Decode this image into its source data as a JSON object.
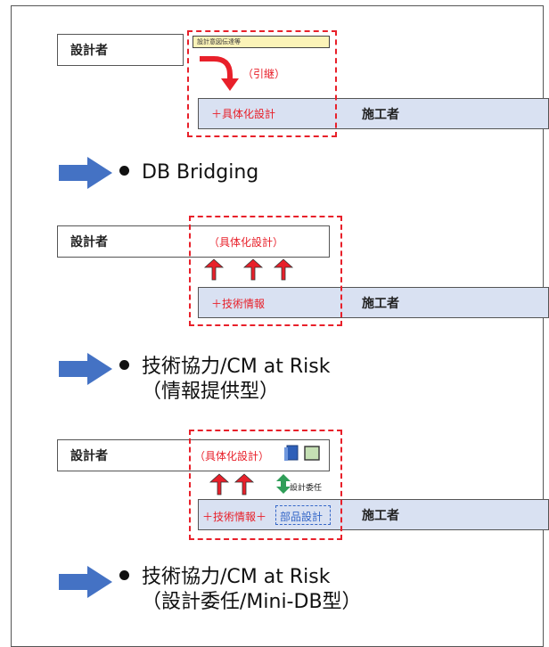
{
  "section1": {
    "designer": "設計者",
    "note": "設計意図伝達等",
    "handover": "（引継）",
    "detail_design": "＋具体化設計",
    "contractor": "施工者",
    "method": "DB Bridging"
  },
  "section2": {
    "designer": "設計者",
    "detail_design": "（具体化設計）",
    "tech_info": "＋技術情報",
    "contractor": "施工者",
    "method_line1": "技術協力/CM at Risk",
    "method_line2": "（情報提供型）"
  },
  "section3": {
    "designer": "設計者",
    "detail_design": "（具体化設計）",
    "design_delegation": "設計委任",
    "tech_info": "＋技術情報＋",
    "parts_design": "部品設計",
    "contractor": "施工者",
    "method_line1": "技術協力/CM at Risk",
    "method_line2": "（設計委任/Mini-DB型）"
  },
  "colors": {
    "accent_red": "#e8202a",
    "arrow_blue": "#4472c4",
    "contractor_fill": "#d9e1f2",
    "note_fill": "#fbf3b8",
    "delegation_green": "#2f9e58"
  }
}
